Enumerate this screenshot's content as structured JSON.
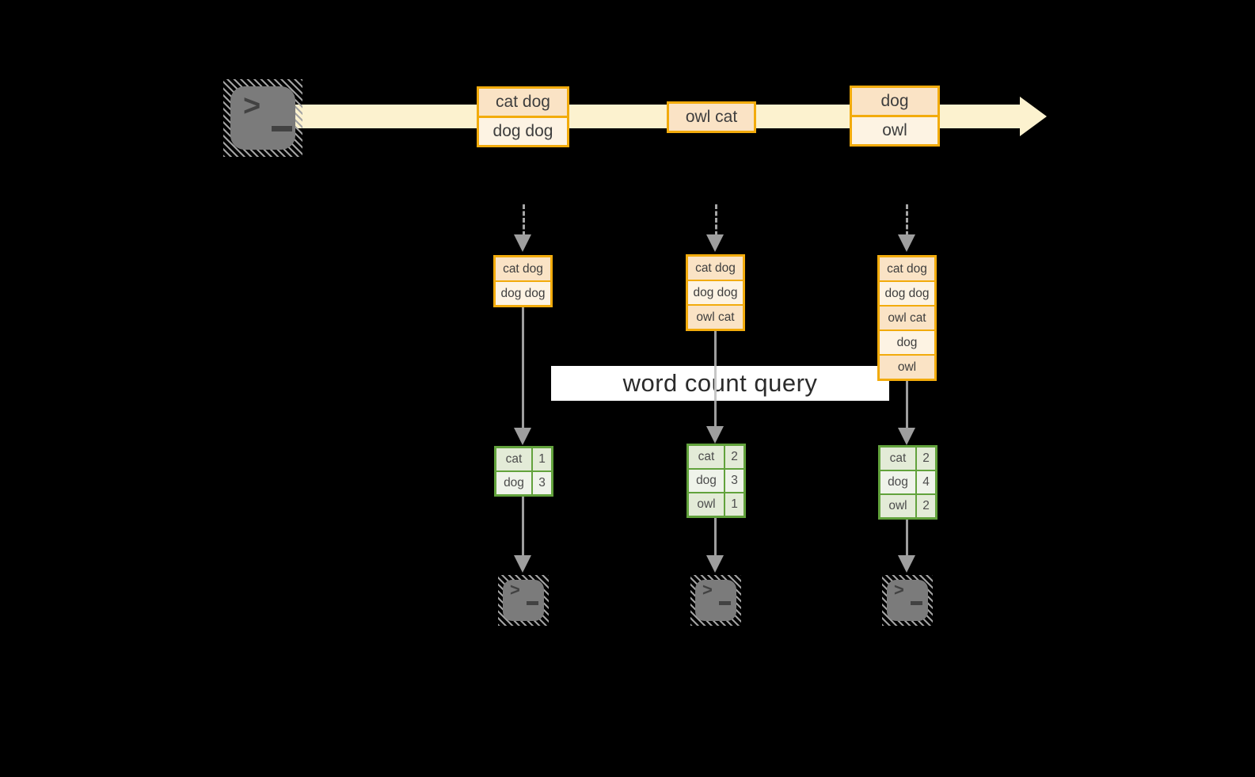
{
  "query_label": "word count query",
  "icons": {
    "prompt": ">"
  },
  "colors": {
    "background": "#000000",
    "stream_band": "#fcf2cf",
    "batch_border": "#f2ab0c",
    "batch_fill_dark": "#fae3c5",
    "batch_fill_light": "#fdf3e3",
    "table_border": "#62a23c",
    "table_fill_dark": "#e3ebd7",
    "table_fill_light": "#eff3ea",
    "arrow_gray": "#9e9e9e",
    "terminal_gray": "#7b7b7b",
    "label_background": "#ffffff"
  },
  "stream": {
    "source_icon": "terminal-icon",
    "batches": [
      {
        "lines": [
          "cat dog",
          "dog dog"
        ]
      },
      {
        "lines": [
          "owl cat"
        ]
      },
      {
        "lines": [
          "dog",
          "owl"
        ]
      }
    ]
  },
  "columns": [
    {
      "input_lines": [
        "cat dog",
        "dog dog"
      ],
      "counts": [
        {
          "word": "cat",
          "count": "1"
        },
        {
          "word": "dog",
          "count": "3"
        }
      ],
      "sink_icon": "terminal-icon"
    },
    {
      "input_lines": [
        "cat dog",
        "dog dog",
        "owl cat"
      ],
      "counts": [
        {
          "word": "cat",
          "count": "2"
        },
        {
          "word": "dog",
          "count": "3"
        },
        {
          "word": "owl",
          "count": "1"
        }
      ],
      "sink_icon": "terminal-icon"
    },
    {
      "input_lines": [
        "cat dog",
        "dog dog",
        "owl cat",
        "dog",
        "owl"
      ],
      "counts": [
        {
          "word": "cat",
          "count": "2"
        },
        {
          "word": "dog",
          "count": "4"
        },
        {
          "word": "owl",
          "count": "2"
        }
      ],
      "sink_icon": "terminal-icon"
    }
  ]
}
